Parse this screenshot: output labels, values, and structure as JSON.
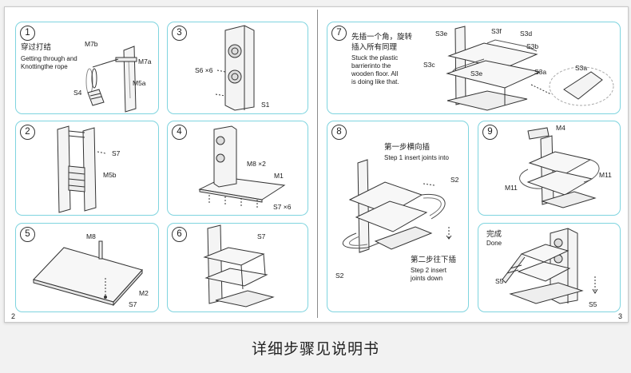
{
  "steps": [
    {
      "num": "1",
      "text_cn": "穿过打结",
      "text_en": [
        "Getting through and",
        "Knottingthe rope"
      ],
      "labels": {
        "m7b": "M7b",
        "m7a": "M7a",
        "m5a": "M5a",
        "s4": "S4"
      }
    },
    {
      "num": "2",
      "labels": {
        "s7": "S7",
        "m5b": "M5b"
      }
    },
    {
      "num": "3",
      "labels": {
        "s6": "S6 ×6",
        "s1": "S1"
      }
    },
    {
      "num": "4",
      "labels": {
        "m8": "M8 ×2",
        "m1": "M1",
        "s7": "S7  ×6"
      }
    },
    {
      "num": "5",
      "labels": {
        "m8": "M8",
        "m2": "M2",
        "s7": "S7"
      }
    },
    {
      "num": "6",
      "labels": {
        "s7": "S7"
      }
    },
    {
      "num": "7",
      "text_cn": [
        "先插一个角，旋转",
        "插入所有同理"
      ],
      "text_en": [
        "Stuck the plastic",
        "barrierinto the",
        "wooden floor. All",
        "is doing like that."
      ],
      "labels": {
        "s3e": "S3e",
        "s3f": "S3f",
        "s3d": "S3d",
        "s3b": "S3b",
        "s3c": "S3c",
        "s3e2": "S3e",
        "s3a": "S3a",
        "s3a2": "S3a"
      }
    },
    {
      "num": "8",
      "text1_cn": "第一步横向插",
      "text1_en": "Step 1 insert joints into",
      "text2_cn": "第二步往下插",
      "text2_en": [
        "Step 2 insert",
        "joints down"
      ],
      "labels": {
        "s2a": "S2",
        "s2b": "S2"
      }
    },
    {
      "num": "9",
      "labels": {
        "m4": "M4",
        "m11a": "M11",
        "m11b": "M11"
      }
    },
    {
      "num": "",
      "text_cn": "完成",
      "text_en": "Done",
      "labels": {
        "s5a": "S5",
        "s5b": "S5"
      }
    }
  ],
  "page_numbers": {
    "left": "2",
    "right": "3"
  },
  "caption": "详细步骤见说明书"
}
